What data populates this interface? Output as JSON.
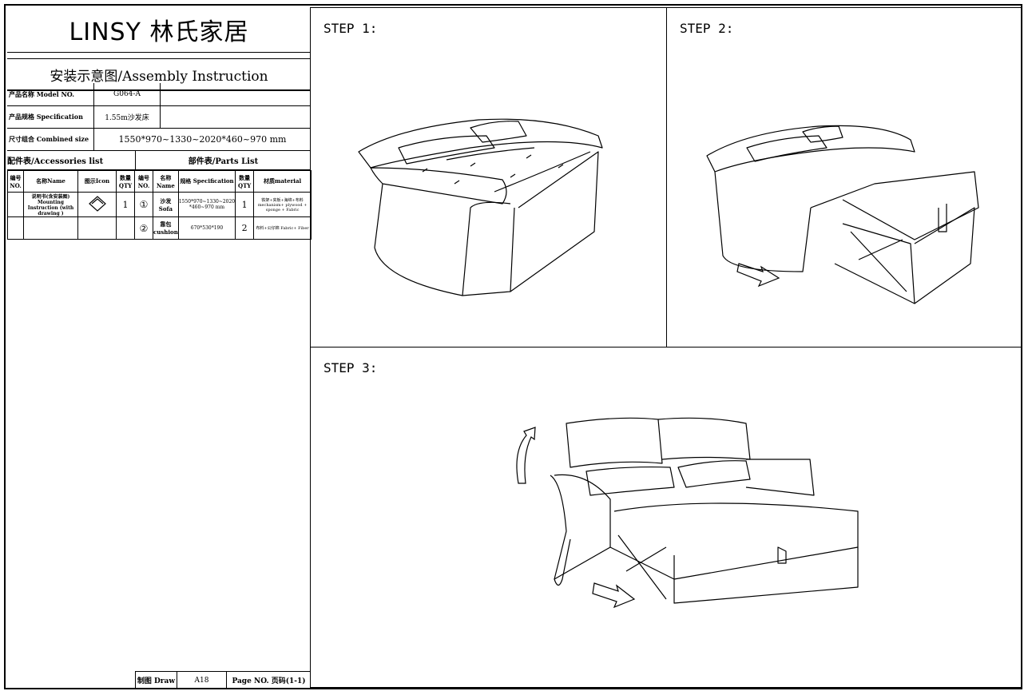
{
  "logo": {
    "brand": "LINSY 林氏家居"
  },
  "header": {
    "title": "安装示意图/Assembly Instruction"
  },
  "info": {
    "model_label": "产品名称 Model NO.",
    "model_value": "G064-A",
    "spec_label": "产品规格 Specification",
    "spec_value": "1.55m沙发床",
    "size_label": "尺寸组合 Combined size",
    "size_value": "1550*970~1330~2020*460~970 mm"
  },
  "accessories": {
    "title": "配件表/Accessories list",
    "cols": [
      "编号 NO.",
      "名称Name",
      "图示Icon",
      "数量 QTY"
    ],
    "rows": [
      {
        "name": "说明书(含安装图) Mounting Instruction (with drawing )",
        "qty": "1"
      }
    ]
  },
  "parts": {
    "title": "部件表/Parts List",
    "cols": [
      "编号 NO.",
      "名称 Name",
      "规格 Specification",
      "数量 QTY",
      "材质material"
    ],
    "rows": [
      {
        "no": "①",
        "name": "沙发 Sofa",
        "spec": "1550*970~1330~2020 *460~970 mm",
        "qty": "1",
        "material": "铁架+夹板+海绵+布料 mechanism+ plywood + sponge + Fabric"
      },
      {
        "no": "②",
        "name": "靠包 cushion",
        "spec": "670*530*190",
        "qty": "2",
        "material": "布料+公仔棉 Fabric+ Fiber"
      }
    ]
  },
  "footer": {
    "draw_label": "制图 Draw",
    "draw_value": "A18",
    "page_label": "Page NO. 页码(1-1)"
  },
  "steps": [
    "STEP 1:",
    "STEP 2:",
    "STEP 3:"
  ]
}
